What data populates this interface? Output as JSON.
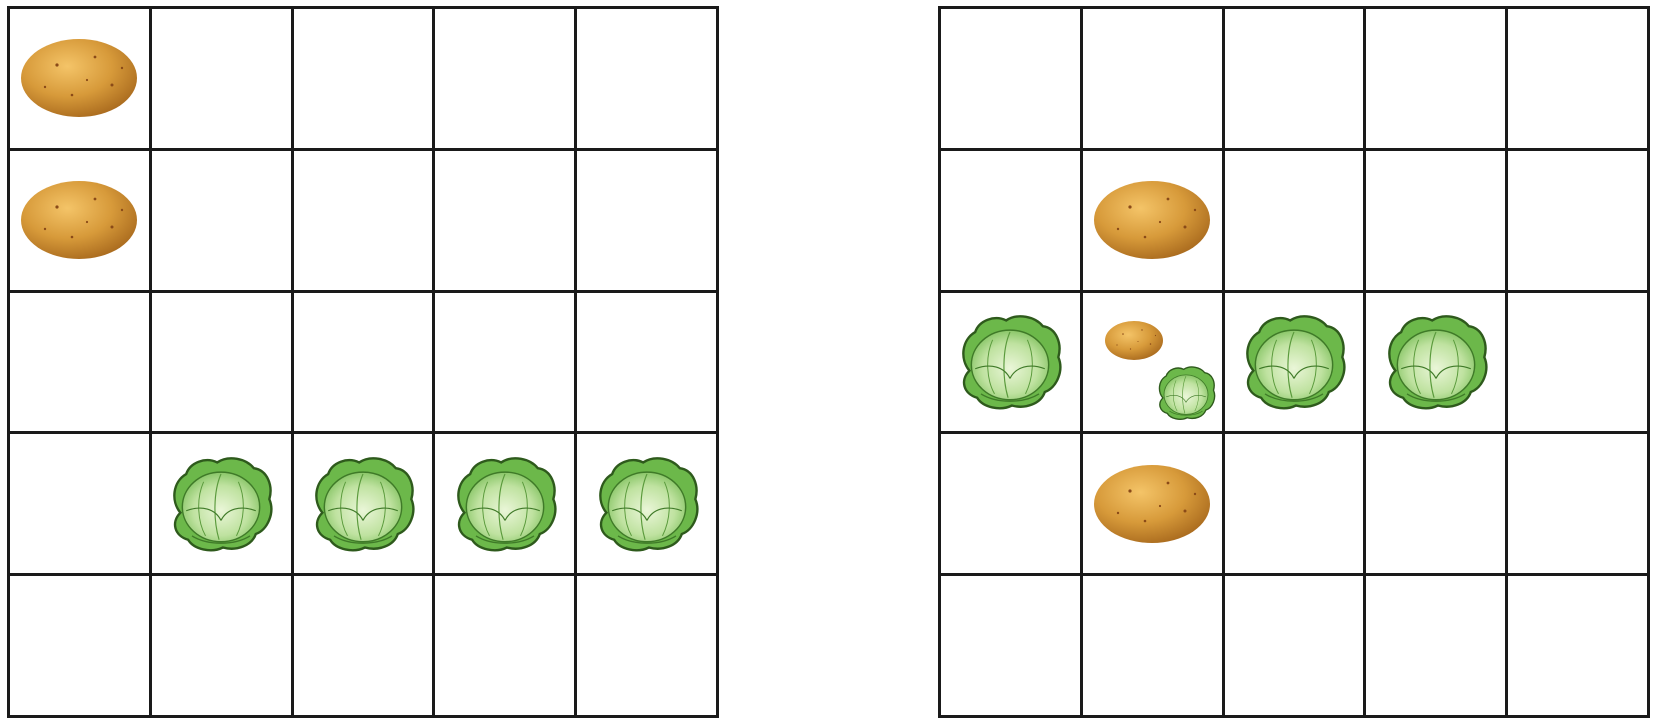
{
  "colors": {
    "grid_line": "#1a1a1a",
    "background": "#ffffff",
    "potato": "#d79a3a",
    "cabbage": "#8cc66e"
  },
  "boards": [
    {
      "name": "left",
      "rows": 5,
      "cols": 5,
      "cells": [
        {
          "row": 0,
          "col": 0,
          "items": [
            "potato"
          ]
        },
        {
          "row": 1,
          "col": 0,
          "items": [
            "potato"
          ]
        },
        {
          "row": 3,
          "col": 1,
          "items": [
            "cabbage"
          ]
        },
        {
          "row": 3,
          "col": 2,
          "items": [
            "cabbage"
          ]
        },
        {
          "row": 3,
          "col": 3,
          "items": [
            "cabbage"
          ]
        },
        {
          "row": 3,
          "col": 4,
          "items": [
            "cabbage"
          ]
        }
      ]
    },
    {
      "name": "right",
      "rows": 5,
      "cols": 5,
      "cells": [
        {
          "row": 1,
          "col": 1,
          "items": [
            "potato"
          ]
        },
        {
          "row": 2,
          "col": 0,
          "items": [
            "cabbage"
          ]
        },
        {
          "row": 2,
          "col": 1,
          "items": [
            "potato-small",
            "cabbage-small"
          ]
        },
        {
          "row": 2,
          "col": 2,
          "items": [
            "cabbage"
          ]
        },
        {
          "row": 2,
          "col": 3,
          "items": [
            "cabbage"
          ]
        },
        {
          "row": 3,
          "col": 1,
          "items": [
            "potato"
          ]
        }
      ]
    }
  ]
}
